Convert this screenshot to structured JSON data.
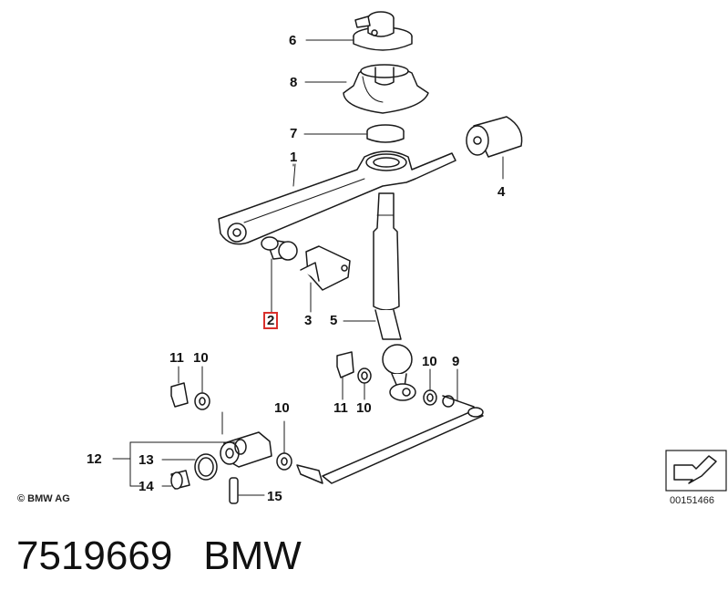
{
  "part_labels": [
    {
      "id": "6",
      "text": "6"
    },
    {
      "id": "8",
      "text": "8"
    },
    {
      "id": "7",
      "text": "7"
    },
    {
      "id": "1",
      "text": "1"
    },
    {
      "id": "4",
      "text": "4"
    },
    {
      "id": "2",
      "text": "2",
      "selected": true
    },
    {
      "id": "3",
      "text": "3"
    },
    {
      "id": "5",
      "text": "5"
    },
    {
      "id": "11a",
      "text": "11"
    },
    {
      "id": "10a",
      "text": "10"
    },
    {
      "id": "10b",
      "text": "10"
    },
    {
      "id": "9",
      "text": "9"
    },
    {
      "id": "11b",
      "text": "11"
    },
    {
      "id": "10c",
      "text": "10"
    },
    {
      "id": "10d",
      "text": "10"
    },
    {
      "id": "12",
      "text": "12"
    },
    {
      "id": "13",
      "text": "13"
    },
    {
      "id": "14",
      "text": "14"
    },
    {
      "id": "15",
      "text": "15"
    }
  ],
  "copyright": "© BMW AG",
  "diagram_ref": "00151466",
  "caption": {
    "part_number": "7519669",
    "brand": "BMW"
  },
  "colors": {
    "selection_box": "#d9302c",
    "line": "#1a1a1a"
  }
}
